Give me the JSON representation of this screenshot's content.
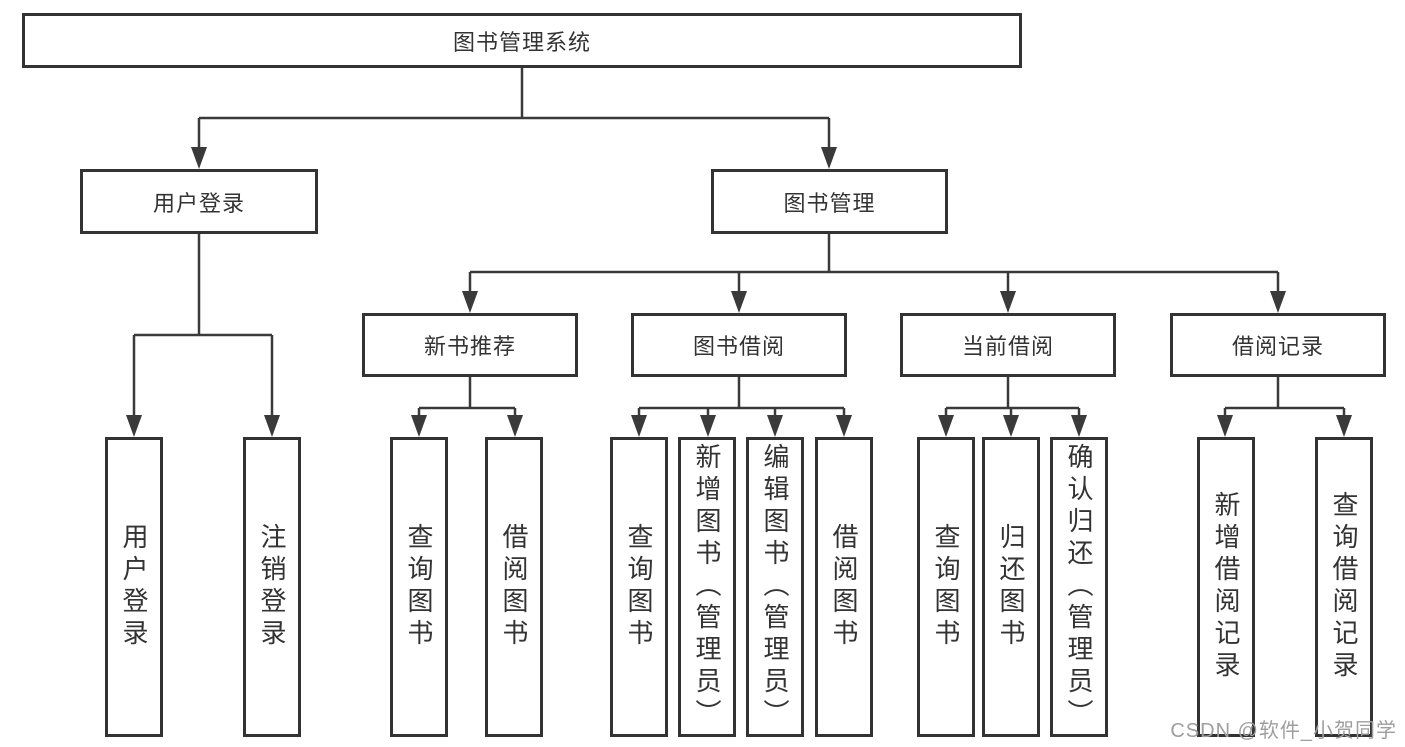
{
  "diagram": {
    "root": {
      "label": "图书管理系统"
    },
    "branches": [
      {
        "label": "用户登录",
        "children": [
          {
            "label": "用户登录"
          },
          {
            "label": "注销登录"
          }
        ]
      },
      {
        "label": "图书管理",
        "groups": [
          {
            "label": "新书推荐",
            "children": [
              {
                "label": "查询图书"
              },
              {
                "label": "借阅图书"
              }
            ]
          },
          {
            "label": "图书借阅",
            "children": [
              {
                "label": "查询图书"
              },
              {
                "label": "新增图书（管理员）"
              },
              {
                "label": "编辑图书（管理员）"
              },
              {
                "label": "借阅图书"
              }
            ]
          },
          {
            "label": "当前借阅",
            "children": [
              {
                "label": "查询图书"
              },
              {
                "label": "归还图书"
              },
              {
                "label": "确认归还（管理员）"
              }
            ]
          },
          {
            "label": "借阅记录",
            "children": [
              {
                "label": "新增借阅记录"
              },
              {
                "label": "查询借阅记录"
              }
            ]
          }
        ]
      }
    ]
  },
  "colors": {
    "line": "#3a3a3a",
    "border": "#333333",
    "text": "#333333",
    "watermark": "#9e9e9e"
  },
  "watermark": {
    "text": "CSDN @软件_小贺同学"
  }
}
